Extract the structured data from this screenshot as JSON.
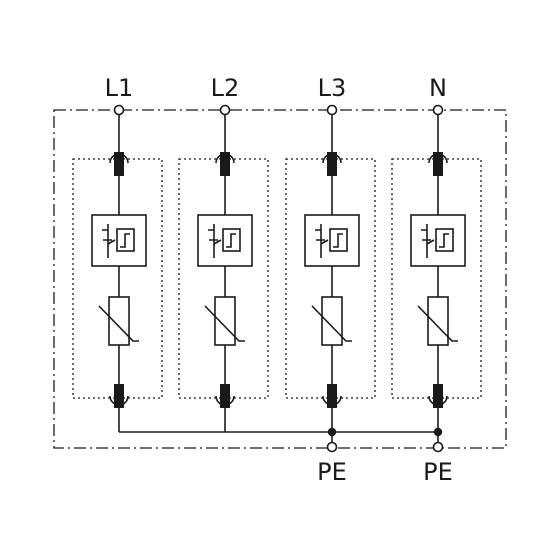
{
  "terminals": {
    "top": [
      "L1",
      "L2",
      "L3",
      "N"
    ],
    "bottom": [
      "PE",
      "PE"
    ]
  },
  "colors": {
    "line": "#1a1a1a",
    "background": "#ffffff"
  },
  "icons": {
    "module_fuse": "fuse-icon",
    "disconnector": "thermal-disconnector-icon",
    "varistor": "varistor-icon",
    "terminal": "terminal-circle-icon",
    "junction": "junction-dot-icon"
  }
}
